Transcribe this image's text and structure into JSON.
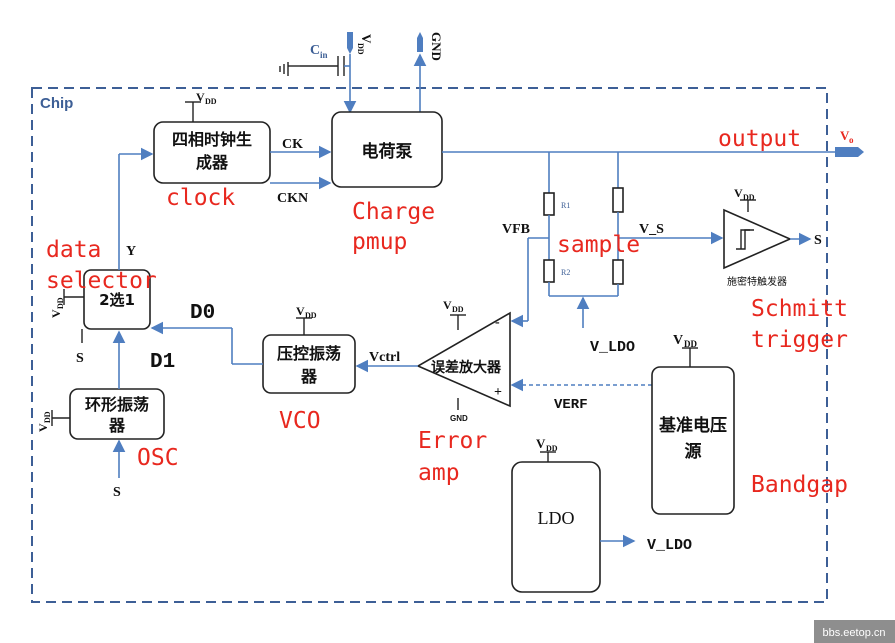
{
  "chip_label": "Chip",
  "supply": {
    "vdd_main": "V",
    "vdd_sub": "DD",
    "gnd": "GND",
    "cin_main": "C",
    "cin_sub": "in",
    "vo_main": "V",
    "vo_sub": "o"
  },
  "blocks": {
    "clock_gen": [
      "四相时钟生",
      "成器"
    ],
    "charge_pump": "电荷泵",
    "selector": "2选1",
    "vco": [
      "压控振荡",
      "器"
    ],
    "osc": [
      "环形振荡",
      "器"
    ],
    "error_amp": "误差放大器",
    "bandgap": [
      "基准电压",
      "源"
    ],
    "ldo": "LDO",
    "schmitt": "施密特触发器"
  },
  "signals": {
    "ck": "CK",
    "ckn": "CKN",
    "vfb": "VFB",
    "r1": "R1",
    "r2": "R2",
    "v_s": "V_S",
    "s": "S",
    "y": "Y",
    "vctrl": "Vctrl",
    "verf": "VERF",
    "v_ldo": "V_LDO",
    "minus": "-",
    "plus": "+",
    "gnd_small": "GND"
  },
  "annotations": {
    "output": "output",
    "clock": "clock",
    "charge_pump": [
      "Charge",
      "pmup"
    ],
    "data_selector": [
      "data",
      "selector"
    ],
    "d0": "D0",
    "d1": "D1",
    "sample": "sample",
    "schmitt": [
      "Schmitt",
      "trigger"
    ],
    "vco": "VCO",
    "osc": "OSC",
    "error_amp": [
      "Error",
      "amp"
    ],
    "bandgap": "Bandgap"
  },
  "watermark": "bbs.eetop.cn",
  "colors": {
    "wire": "#4f7ec0",
    "annotation": "#e8281f",
    "border": "#3d5f96"
  }
}
